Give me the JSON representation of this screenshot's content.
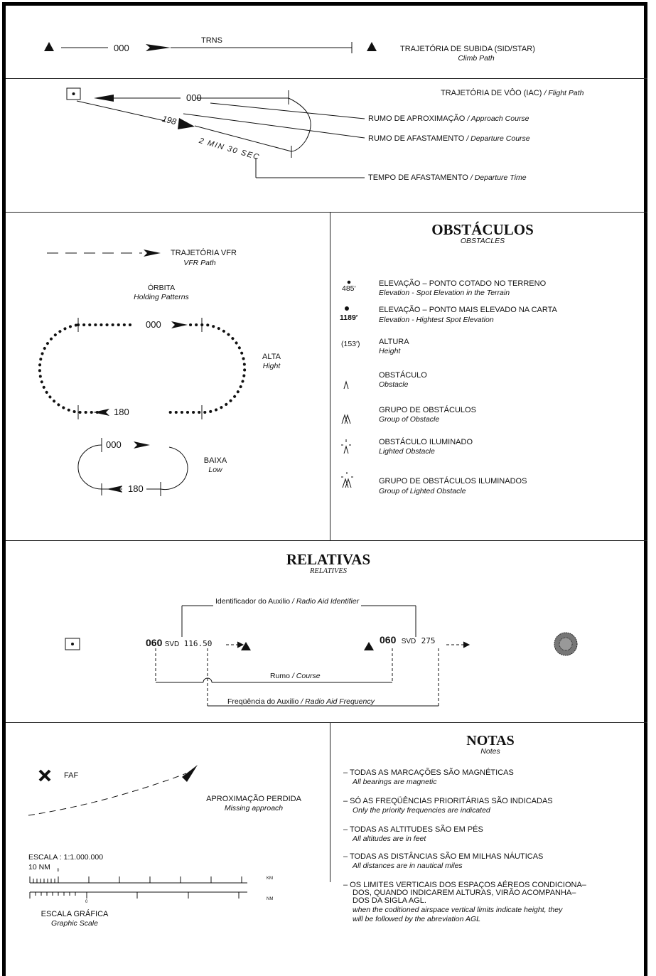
{
  "climb": {
    "course": "000",
    "trns": "TRNS",
    "label": "TRAJETÓRIA DE SUBIDA (SID/STAR)",
    "sub": "Climb Path"
  },
  "flight": {
    "course": "000",
    "outbound": "198",
    "time": "2 MIN 30 SEC",
    "path_label": "TRAJETÓRIA DE VÔO (IAC)",
    "path_sub": "/ Flight Path",
    "approach_label": "RUMO DE APROXIMAÇÃO",
    "approach_sub": "/ Approach Course",
    "departure_label": "RUMO DE AFASTAMENTO",
    "departure_sub": "/ Departure Course",
    "time_label": "TEMPO DE AFASTAMENTO",
    "time_sub": "/ Departure Time"
  },
  "vfr": {
    "label": "TRAJETÓRIA VFR",
    "sub": "VFR Path"
  },
  "holding": {
    "title": "ÓRBITA",
    "sub": "Holding Patterns",
    "high_course_top": "000",
    "high_course_bottom": "180",
    "high_label": "ALTA",
    "high_sub": "Hight",
    "low_course_top": "000",
    "low_course_bottom": "180",
    "low_label": "BAIXA",
    "low_sub": "Low"
  },
  "obstacles": {
    "title": "OBSTÁCULOS",
    "subtitle": "OBSTACLES",
    "items": [
      {
        "symbol": "485′",
        "label": "ELEVAÇÃO – PONTO COTADO NO TERRENO",
        "sub": "Elevation - Spot Elevation in the Terrain"
      },
      {
        "symbol": "1189′",
        "label": "ELEVAÇÃO – PONTO MAIS ELEVADO NA CARTA",
        "sub": "Elevation - Hightest Spot Elevation"
      },
      {
        "symbol": "(153′)",
        "label": "ALTURA",
        "sub": "Height"
      },
      {
        "symbol": "",
        "label": "OBSTÁCULO",
        "sub": "Obstacle"
      },
      {
        "symbol": "",
        "label": "GRUPO DE OBSTÁCULOS",
        "sub": "Group of Obstacle"
      },
      {
        "symbol": "",
        "label": "OBSTÁCULO ILUMINADO",
        "sub": "Lighted Obstacle"
      },
      {
        "symbol": "",
        "label": "GRUPO DE OBSTÁCULOS ILUMINADOS",
        "sub": "Group of Lighted Obstacle"
      }
    ]
  },
  "relatives": {
    "title": "RELATIVAS",
    "subtitle": "RELATIVES",
    "identifier_label": "Identificador do Auxilio",
    "identifier_sub": "/ Radio Aid Identifier",
    "left_course": "060",
    "left_id": "SVD",
    "left_freq": "116.50",
    "right_course": "060",
    "right_id": "SVD",
    "right_freq": "275",
    "course_label": "Rumo",
    "course_sub": "/ Course",
    "freq_label": "Freqüência do Auxilio",
    "freq_sub": "/ Radio Aid Frequency"
  },
  "bottom_left": {
    "faf": "FAF",
    "missed_label": "APROXIMAÇÃO PERDIDA",
    "missed_sub": "Missing approach",
    "scale": "ESCALA : 1:1.000.000",
    "nm": "10 NM",
    "tick0": "0",
    "tick0b": "0",
    "km": "KM",
    "nm_unit": "NM",
    "graphic_label": "ESCALA GRÁFICA",
    "graphic_sub": "Graphic Scale"
  },
  "notes": {
    "title": "NOTAS",
    "subtitle": "Notes",
    "items": [
      {
        "pt": "– TODAS AS MARCAÇÕES SÃO MAGNÉTICAS",
        "en": "All bearings are magnetic"
      },
      {
        "pt": "– SÓ AS FREQÜÊNCIAS PRIORITÁRIAS SÃO INDICADAS",
        "en": "Only the priority frequencies are indicated"
      },
      {
        "pt": "– TODAS AS ALTITUDES SÃO EM PÉS",
        "en": "All altitudes are in feet"
      },
      {
        "pt": "– TODAS AS DISTÂNCIAS SÃO EM MILHAS NÁUTICAS",
        "en": "All distances are in nautical miles"
      }
    ],
    "last_pt1": "– OS LIMITES VERTICAIS DOS ESPAÇOS AÉREOS CONDICIONA–",
    "last_pt2": "DOS, QUANDO INDICAREM ALTURAS, VIRÃO ACOMPANHA–",
    "last_pt3": "DOS DA SIGLA AGL.",
    "last_en1": "when the coditioned airspace vertical limits indicate height, they",
    "last_en2": "will be followed by the abreviation AGL"
  }
}
